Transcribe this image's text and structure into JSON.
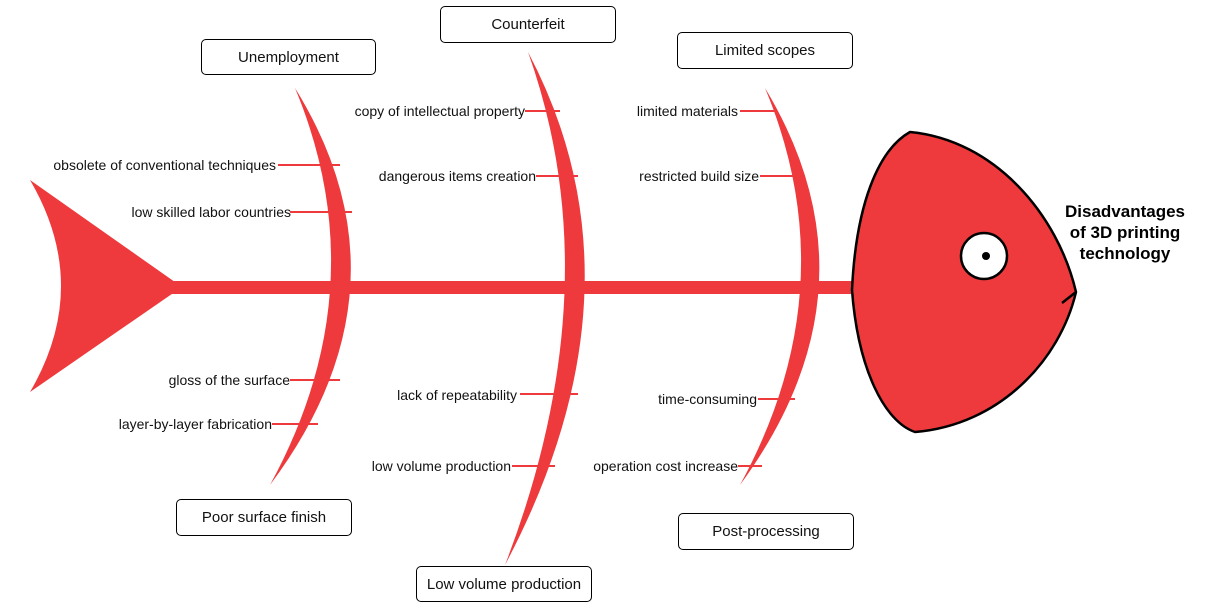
{
  "effect": {
    "line1": "Disadvantages",
    "line2": "of 3D printing",
    "line3": "technology"
  },
  "colors": {
    "fish": "#ee3a3c",
    "outline": "#000000",
    "eye": "#ffffff"
  },
  "categories": {
    "unemployment": "Unemployment",
    "counterfeit": "Counterfeit",
    "limited_scopes": "Limited scopes",
    "poor_surface_finish": "Poor surface finish",
    "low_volume_production": "Low volume production",
    "post_processing": "Post-processing"
  },
  "causes": {
    "unemployment": [
      "obsolete of conventional techniques",
      "low skilled labor countries"
    ],
    "counterfeit": [
      "copy of intellectual property",
      "dangerous items creation"
    ],
    "limited_scopes": [
      "limited materials",
      "restricted build size"
    ],
    "poor_surface_finish": [
      "gloss of the surface",
      "layer-by-layer fabrication"
    ],
    "low_volume_production": [
      "lack of repeatability",
      "low volume production"
    ],
    "post_processing": [
      "time-consuming",
      "operation cost increase"
    ]
  }
}
